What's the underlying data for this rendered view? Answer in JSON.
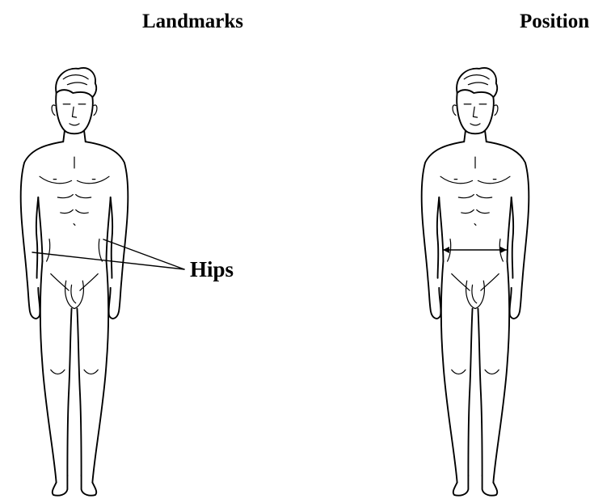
{
  "figure": {
    "left_panel": {
      "title": "Landmarks",
      "callout_label": "Hips"
    },
    "right_panel": {
      "title": "Position"
    }
  }
}
